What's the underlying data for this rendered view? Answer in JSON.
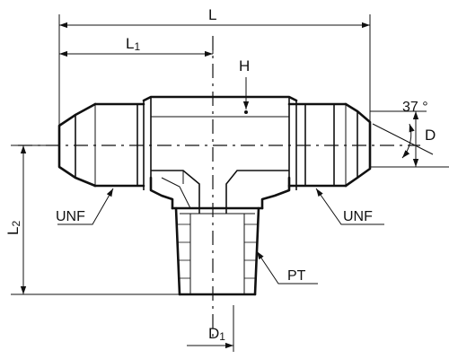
{
  "labels": {
    "L": "L",
    "L1_main": "L",
    "L1_sub": "1",
    "H": "H",
    "angle": "37 °",
    "D": "D",
    "L2_main": "L",
    "L2_sub": "2",
    "UNF_left": "UNF",
    "UNF_right": "UNF",
    "PT": "PT",
    "D1_main": "D",
    "D1_sub": "1"
  },
  "colors": {
    "ink": "#111111",
    "background": "#ffffff"
  }
}
